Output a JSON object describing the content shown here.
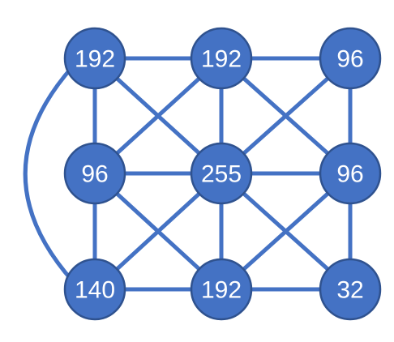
{
  "graph": {
    "node_color": "#4472C4",
    "node_border_color": "#2F528F",
    "edge_color": "#4472C4",
    "nodes": [
      {
        "id": "r0c0",
        "row": 0,
        "col": 0,
        "value": "192"
      },
      {
        "id": "r0c1",
        "row": 0,
        "col": 1,
        "value": "192"
      },
      {
        "id": "r0c2",
        "row": 0,
        "col": 2,
        "value": "96"
      },
      {
        "id": "r1c0",
        "row": 1,
        "col": 0,
        "value": "96"
      },
      {
        "id": "r1c1",
        "row": 1,
        "col": 1,
        "value": "255"
      },
      {
        "id": "r1c2",
        "row": 1,
        "col": 2,
        "value": "96"
      },
      {
        "id": "r2c0",
        "row": 2,
        "col": 0,
        "value": "140"
      },
      {
        "id": "r2c1",
        "row": 2,
        "col": 1,
        "value": "192"
      },
      {
        "id": "r2c2",
        "row": 2,
        "col": 2,
        "value": "32"
      }
    ],
    "edges": [
      [
        "r0c0",
        "r0c1"
      ],
      [
        "r0c1",
        "r0c2"
      ],
      [
        "r1c0",
        "r1c1"
      ],
      [
        "r1c1",
        "r1c2"
      ],
      [
        "r2c0",
        "r2c1"
      ],
      [
        "r2c1",
        "r2c2"
      ],
      [
        "r0c0",
        "r1c0"
      ],
      [
        "r1c0",
        "r2c0"
      ],
      [
        "r0c1",
        "r1c1"
      ],
      [
        "r1c1",
        "r2c1"
      ],
      [
        "r0c2",
        "r1c2"
      ],
      [
        "r1c2",
        "r2c2"
      ],
      [
        "r0c0",
        "r1c1"
      ],
      [
        "r1c1",
        "r2c2"
      ],
      [
        "r0c1",
        "r1c2"
      ],
      [
        "r0c1",
        "r1c0"
      ],
      [
        "r0c2",
        "r1c1"
      ],
      [
        "r1c1",
        "r2c0"
      ],
      [
        "r1c0",
        "r2c1"
      ],
      [
        "r1c2",
        "r2c1"
      ],
      [
        "r0c0",
        "r2c0",
        "curved"
      ]
    ]
  }
}
